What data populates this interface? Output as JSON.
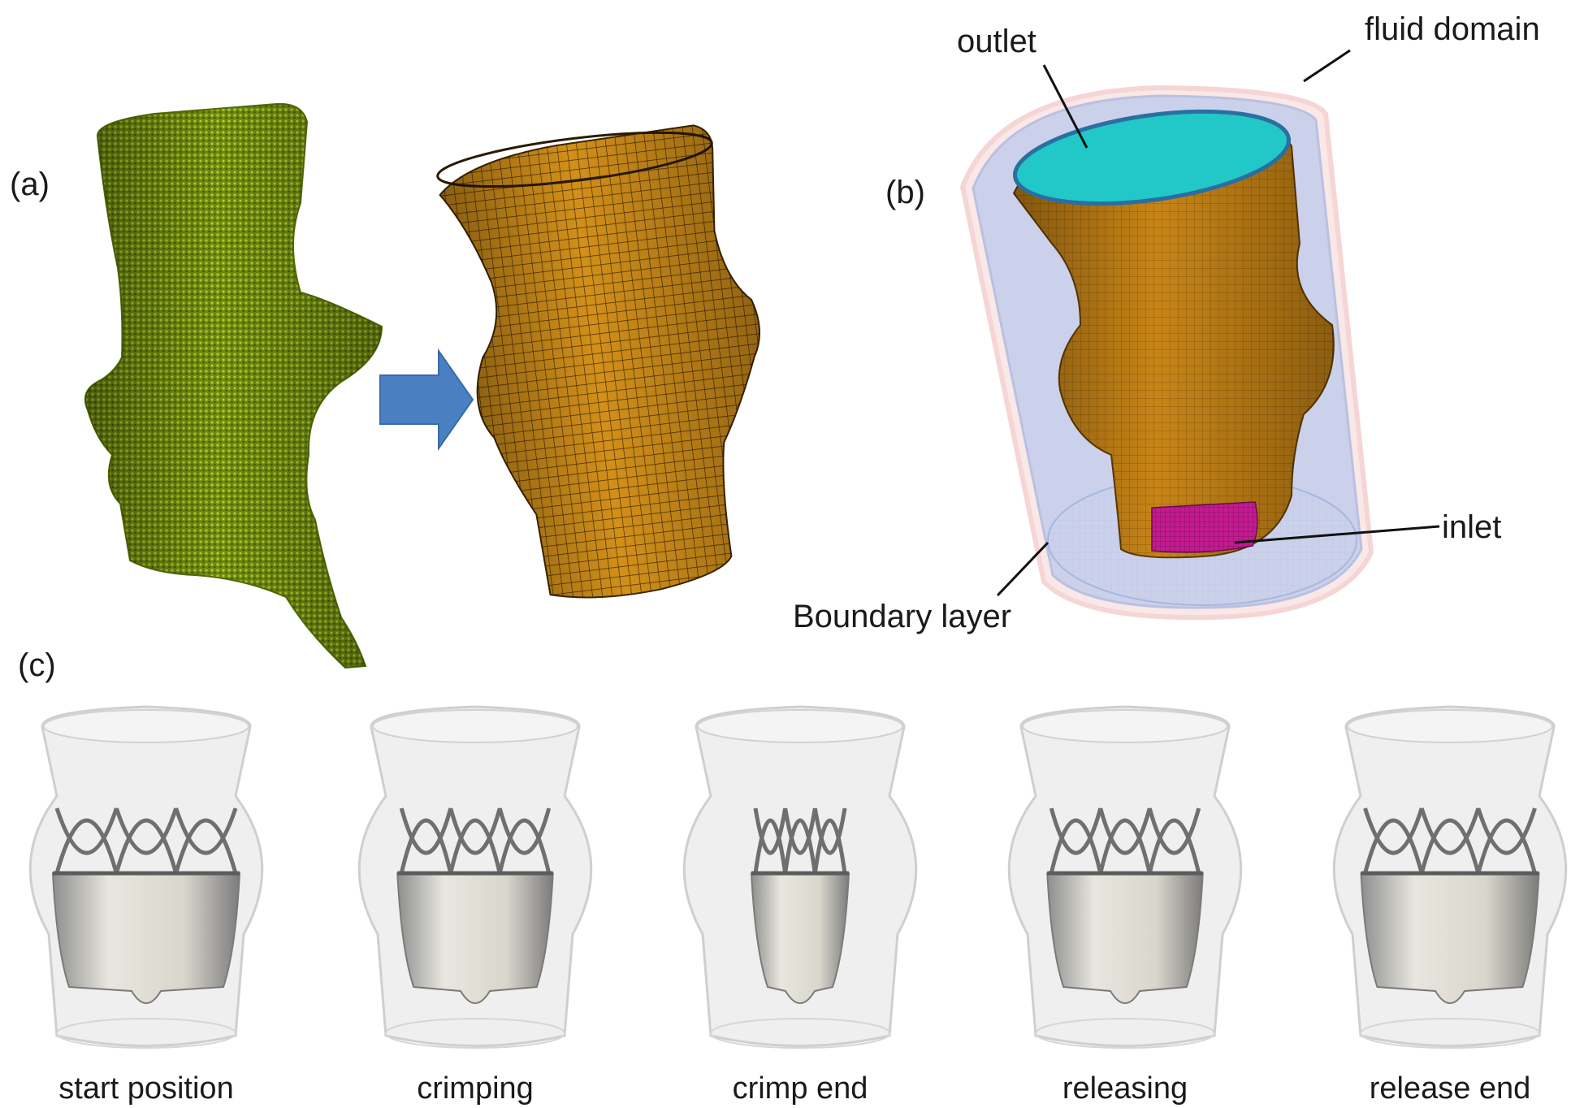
{
  "panels": {
    "a": {
      "letter": "(a)"
    },
    "b": {
      "letter": "(b)",
      "callouts": {
        "outlet": "outlet",
        "fluid_domain": "fluid domain",
        "inlet": "inlet",
        "boundary_layer": "Boundary layer"
      }
    },
    "c": {
      "letter": "(c)",
      "steps": [
        "start position",
        "crimping",
        "crimp end",
        "releasing",
        "release end"
      ]
    }
  },
  "colors": {
    "raw_mesh": "#7f9a12",
    "structured_mesh": "#c8860f",
    "arrow": "#4a7fc1",
    "outlet_face": "#22c7c7",
    "inlet_face": "#c21b8f",
    "fluid_domain": "#a9bfe6",
    "boundary_layer": "#f3b9b9"
  }
}
